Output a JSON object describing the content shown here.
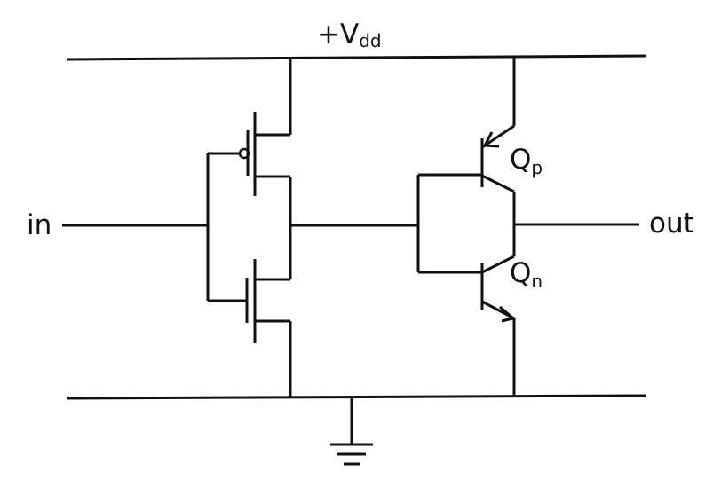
{
  "supply": {
    "label_main": "+V",
    "label_sub": "dd"
  },
  "terminals": {
    "input": "in",
    "output": "out"
  },
  "transistors": {
    "qp": {
      "main": "Q",
      "sub": "p"
    },
    "qn": {
      "main": "Q",
      "sub": "n"
    }
  },
  "colors": {
    "line": "#111111",
    "background": "#ffffff"
  }
}
